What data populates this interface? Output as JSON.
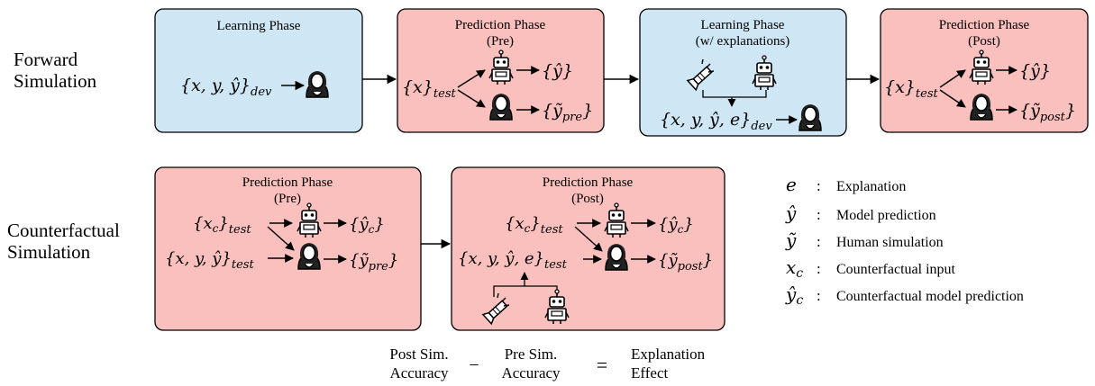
{
  "rows": {
    "forward": {
      "line1": "Forward",
      "line2": "Simulation"
    },
    "counterfactual": {
      "line1": "Counterfactual",
      "line2": "Simulation"
    }
  },
  "forward_boxes": [
    {
      "title1": "Learning Phase",
      "title2": "",
      "input": "{x, y, ŷ}",
      "input_sub": "dev"
    },
    {
      "title1": "Prediction Phase",
      "title2": "(Pre)",
      "input": "{x}",
      "input_sub": "test",
      "out_model": "{ŷ}",
      "out_human": "{ỹ",
      "out_human_sub": "pre",
      "out_close": "}"
    },
    {
      "title1": "Learning Phase",
      "title2": "(w/ explanations)",
      "input": "{x, y, ŷ, e}",
      "input_sub": "dev"
    },
    {
      "title1": "Prediction Phase",
      "title2": "(Post)",
      "input": "{x}",
      "input_sub": "test",
      "out_model": "{ŷ}",
      "out_human": "{ỹ",
      "out_human_sub": "post",
      "out_close": "}"
    }
  ],
  "cf_boxes": [
    {
      "title1": "Prediction Phase",
      "title2": "(Pre)",
      "input1": "{x",
      "input1_sub": "c",
      "input1_close": "}",
      "input1_sub2": "test",
      "input2": "{x, y, ŷ}",
      "input2_sub": "test",
      "out_model": "{ŷ",
      "out_model_sub": "c",
      "out_model_close": "}",
      "out_human": "{ỹ",
      "out_human_sub": "pre",
      "out_close": "}"
    },
    {
      "title1": "Prediction Phase",
      "title2": "(Post)",
      "input1": "{x",
      "input1_sub": "c",
      "input1_close": "}",
      "input1_sub2": "test",
      "input2": "{x, y, ŷ, e}",
      "input2_sub": "test",
      "out_model": "{ŷ",
      "out_model_sub": "c",
      "out_model_close": "}",
      "out_human": "{ỹ",
      "out_human_sub": "post",
      "out_close": "}"
    }
  ],
  "legend": [
    {
      "sym": "e",
      "sym_sub": "",
      "sep": ":",
      "text": "Explanation"
    },
    {
      "sym": "ŷ",
      "sym_sub": "",
      "sep": ":",
      "text": "Model prediction"
    },
    {
      "sym": "ỹ",
      "sym_sub": "",
      "sep": ":",
      "text": "Human simulation"
    },
    {
      "sym": "x",
      "sym_sub": "c",
      "sep": ":",
      "text": "Counterfactual input"
    },
    {
      "sym": "ŷ",
      "sym_sub": "c",
      "sep": ":",
      "text": "Counterfactual model prediction"
    }
  ],
  "equation": {
    "a1": "Post Sim.",
    "a2": "Accuracy",
    "minus": "−",
    "b1": "Pre Sim.",
    "b2": "Accuracy",
    "equals": "=",
    "c1": "Explanation",
    "c2": "Effect"
  },
  "colors": {
    "blue_box": "#cfe6f5",
    "red_box": "#f9c0bd",
    "stroke": "#000000"
  },
  "icons": {
    "human": "person-icon",
    "model": "robot-icon",
    "explainer": "flashlight-icon"
  }
}
